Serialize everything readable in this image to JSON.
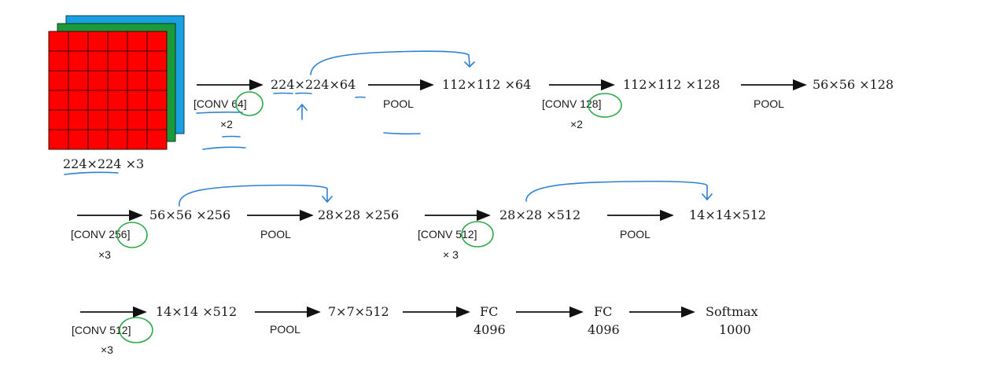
{
  "input_volume": {
    "label": "224×224 ×3",
    "colors": {
      "front": "#ff0000",
      "middle": "#1a9a3a",
      "back": "#1aa0e0"
    }
  },
  "row1": {
    "conv1_label": "[CONV 64]",
    "conv1_repeat": "×2",
    "shape1": "224×224×64",
    "pool1_label": "POOL",
    "shape2": "112×112 ×64",
    "conv2_label": "[CONV 128]",
    "conv2_repeat": "×2",
    "shape3": "112×112 ×128",
    "pool2_label": "POOL",
    "shape4": "56×56 ×128"
  },
  "row2": {
    "conv3_label": "[CONV 256]",
    "conv3_repeat": "×3",
    "shape5": "56×56 ×256",
    "pool3_label": "POOL",
    "shape6": "28×28 ×256",
    "conv4_label": "[CONV 512]",
    "conv4_repeat": "× 3",
    "shape7": "28×28 ×512",
    "pool4_label": "POOL",
    "shape8": "14×14×512"
  },
  "row3": {
    "conv5_label": "[CONV 512]",
    "conv5_repeat": "×3",
    "shape9": "14×14 ×512",
    "pool5_label": "POOL",
    "shape10": "7×7×512",
    "fc1_label": "FC",
    "fc1_size": "4096",
    "fc2_label": "FC",
    "fc2_size": "4096",
    "softmax_label": "Softmax",
    "softmax_size": "1000"
  }
}
